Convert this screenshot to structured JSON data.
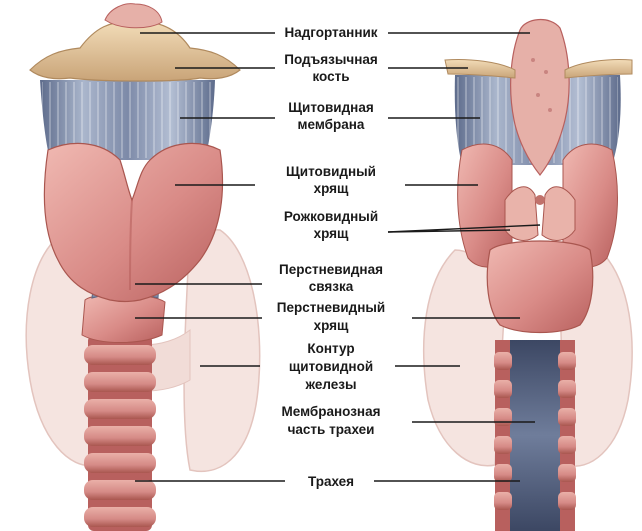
{
  "labels": {
    "epiglottis": "Надгортанник",
    "hyoid_1": "Подъязычная",
    "hyoid_2": "кость",
    "thyrohyoid_1": "Щитовидная",
    "thyrohyoid_2": "мембрана",
    "thyroid_cart_1": "Щитовидный",
    "thyroid_cart_2": "хрящ",
    "corniculate_1": "Рожковидный",
    "corniculate_2": "хрящ",
    "cricothyroid_1": "Перстневидная",
    "cricothyroid_2": "связка",
    "cricoid_1": "Перстневидный",
    "cricoid_2": "хрящ",
    "gland_1": "Контур",
    "gland_2": "щитовидной",
    "gland_3": "железы",
    "membranous_1": "Мембранозная",
    "membranous_2": "часть трахеи",
    "trachea": "Трахея"
  },
  "colors": {
    "background": "#ffffff",
    "cartilage": "#d98b87",
    "cartilage_light": "#e8aaa4",
    "cartilage_dark": "#b8605e",
    "bone": "#e3c59c",
    "membrane": "#8996b3",
    "gland": "#f4e5e0",
    "text": "#1a1a1a",
    "leader": "#1a1a1a"
  }
}
